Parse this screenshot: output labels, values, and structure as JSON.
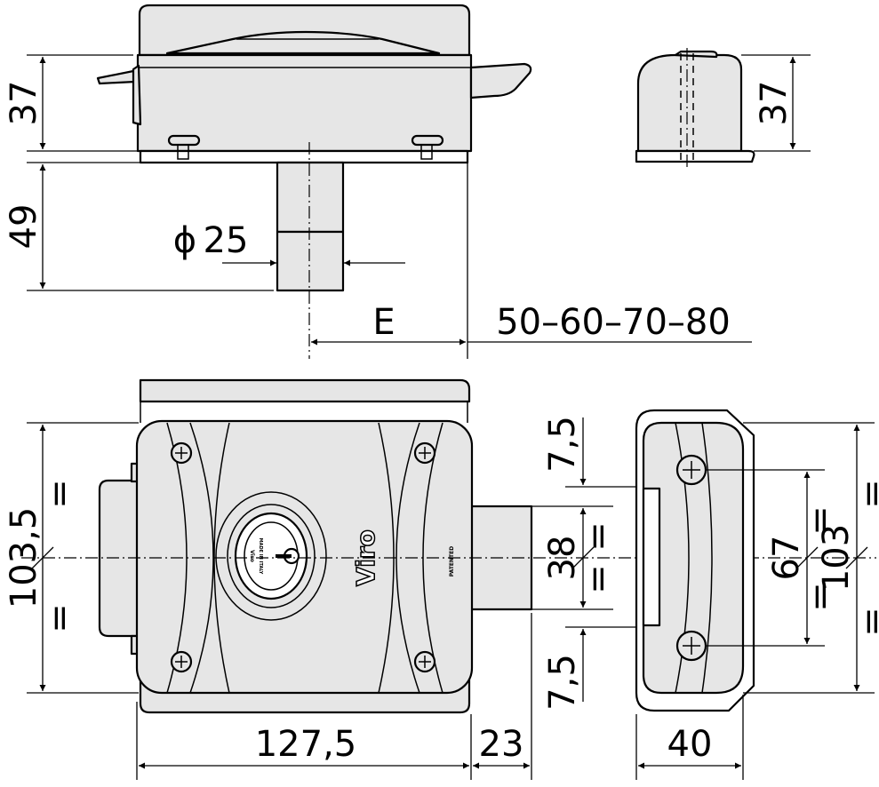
{
  "dimensions": {
    "top_height": "37",
    "shaft_height": "49",
    "shaft_diameter": "25",
    "diameter_symbol": "ϕ",
    "offset": "E",
    "offsets": "50–60–70–80",
    "right_top_height": "37",
    "front_height": "103,5",
    "front_width": "127,5",
    "bolt_width": "23",
    "bolt_gap_top": "7,5",
    "bolt_height": "38",
    "bolt_gap_bottom": "7,5",
    "side_width": "40",
    "screw_spacing": "67",
    "side_height": "103",
    "equal_mark": "="
  },
  "branding": {
    "brand": "Viro",
    "cylinder_text_1": "Viro",
    "cylinder_text_2": "MADE IN ITALY",
    "side_mark": "PATENTED"
  }
}
